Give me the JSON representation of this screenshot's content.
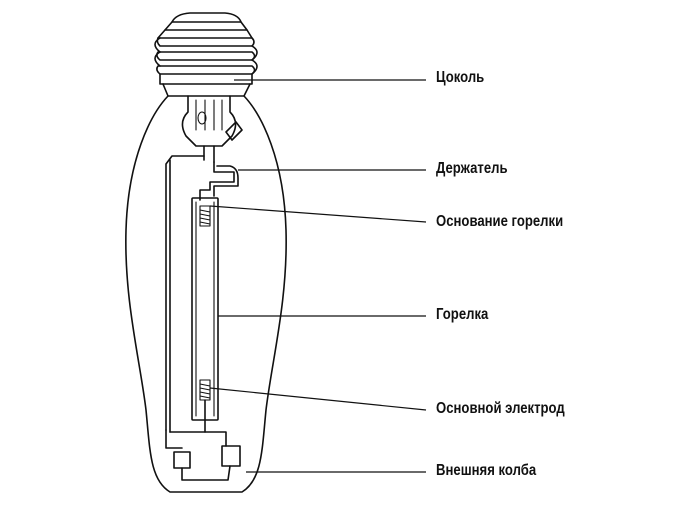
{
  "labels": {
    "base": "Цоколь",
    "holder": "Держатель",
    "burner_base": "Основание горелки",
    "burner": "Горелка",
    "main_electrode": "Основной электрод",
    "outer_bulb": "Внешняя колба"
  },
  "icons": {
    "lamp": "high-pressure-lamp-icon"
  }
}
